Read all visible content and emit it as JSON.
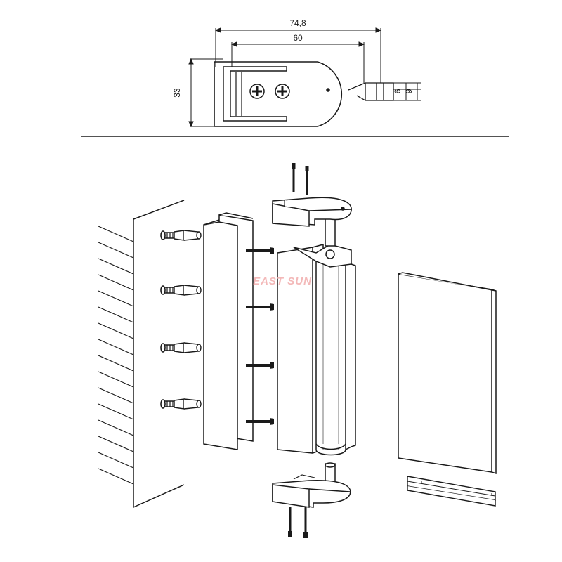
{
  "top_view": {
    "dim_overall_width": "74,8",
    "dim_inner_width": "60",
    "dim_height": "33",
    "dim_pin_small": "6",
    "dim_pin_large": "9"
  },
  "exploded_view": {
    "watermark": "EAST SUN"
  },
  "colors": {
    "line": "#1a1a1a",
    "watermark": "#f3b8b8"
  }
}
